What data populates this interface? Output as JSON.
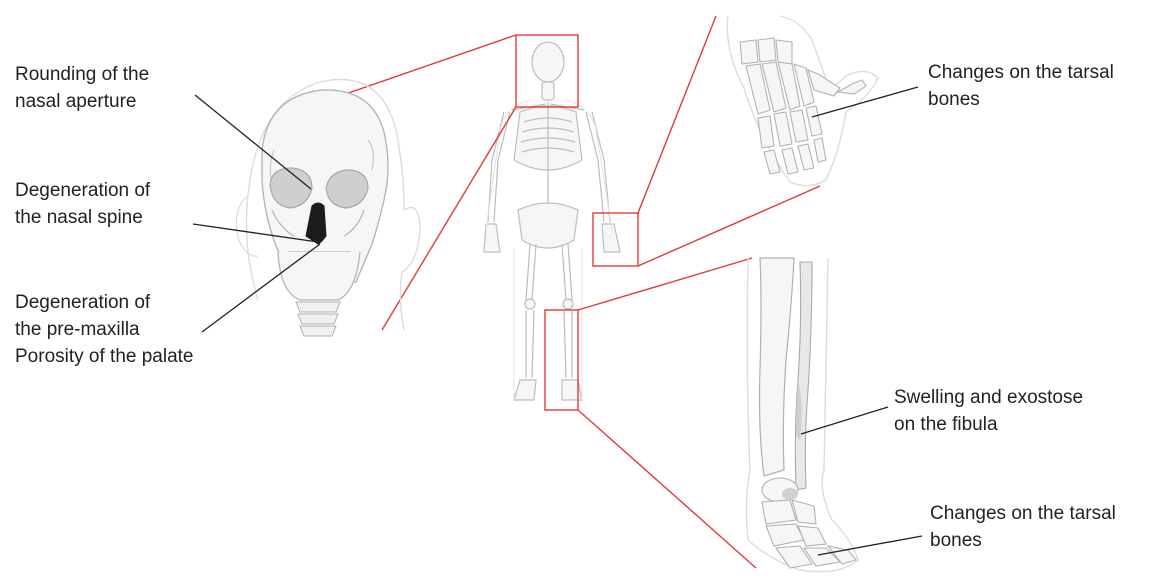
{
  "labels": {
    "skull_nasal_aperture": [
      "Rounding of the",
      "nasal aperture"
    ],
    "skull_nasal_spine": [
      "Degeneration of",
      "the nasal spine"
    ],
    "skull_premaxilla": [
      "Degeneration of",
      "the pre-maxilla"
    ],
    "skull_palate": "Porosity of the palate",
    "hand_tarsal": [
      "Changes on the tarsal",
      "bones"
    ],
    "leg_fibula": [
      "Swelling and exostose",
      "on the fibula"
    ],
    "foot_tarsal": [
      "Changes on the tarsal",
      "bones"
    ]
  },
  "colors": {
    "callout": "#e03a3a",
    "bone_outline": "#bdbdbd",
    "bone_fill": "#f6f6f6",
    "body_outline": "#d6d6d6",
    "lesion": "#c9c9c9",
    "leader": "#222222"
  }
}
